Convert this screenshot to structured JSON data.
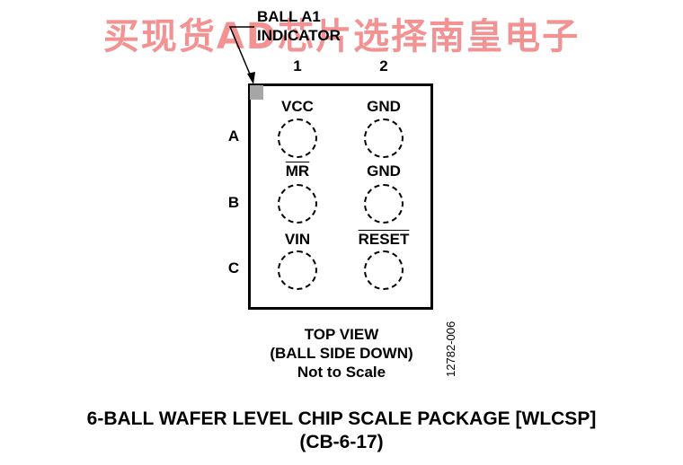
{
  "watermark": "买现货AD芯片选择南皇电子",
  "indicator": {
    "line1": "BALL A1",
    "line2": "INDICATOR"
  },
  "columns": [
    "1",
    "2"
  ],
  "rows": [
    "A",
    "B",
    "C"
  ],
  "pins": {
    "a1": "VCC",
    "a2": "GND",
    "b1": "MR",
    "b2": "GND",
    "c1": "VIN",
    "c2": "RESET"
  },
  "view": {
    "line1": "TOP VIEW",
    "line2": "(BALL SIDE DOWN)",
    "line3": "Not to Scale"
  },
  "reference_number": "12782-006",
  "caption": {
    "line1": "6-BALL WAFER LEVEL CHIP SCALE PACKAGE [WLCSP]",
    "line2": "(CB-6-17)"
  }
}
